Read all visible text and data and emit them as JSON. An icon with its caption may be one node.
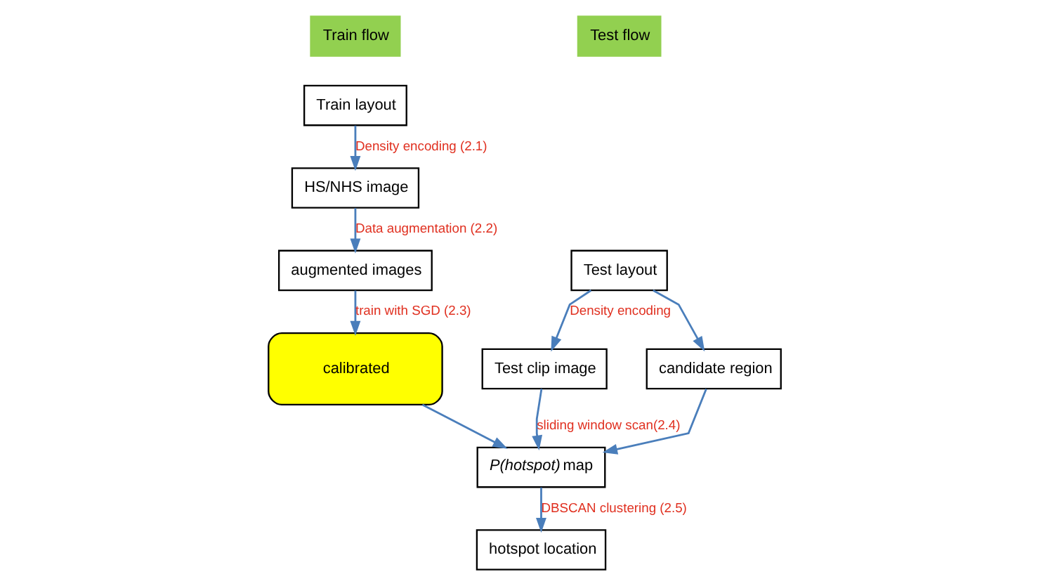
{
  "diagram": {
    "nodes": [
      {
        "text": [
          "Train flow"
        ]
      },
      {
        "text": [
          "Test flow"
        ]
      },
      {
        "text": [
          "Train layout"
        ]
      },
      {
        "text": [
          "HS/NHS image"
        ]
      },
      {
        "text": [
          "augmented images"
        ]
      },
      {
        "text": [
          "calibrated"
        ]
      },
      {
        "text": [
          "Test layout"
        ]
      },
      {
        "text": [
          "Test clip image"
        ]
      },
      {
        "text": [
          "candidate region"
        ]
      },
      {
        "text": [
          "*P(hotspot)* map"
        ]
      },
      {
        "text": [
          "hotspot location"
        ]
      }
    ],
    "edges": [
      {
        "from": 2,
        "to": 3,
        "arrow": "to",
        "label": "Density encoding (2.1)"
      },
      {
        "from": 3,
        "to": 4,
        "arrow": "to",
        "label": "Data augmentation (2.2)"
      },
      {
        "from": 4,
        "to": 5,
        "arrow": "to",
        "label": "train with SGD (2.3)"
      },
      {
        "from": 6,
        "to": 7,
        "arrow": "to",
        "label": "Density encoding"
      },
      {
        "from": 6,
        "to": 8,
        "arrow": "to"
      },
      {
        "from": 7,
        "to": 9,
        "arrow": "to",
        "label": "sliding window scan(2.4)"
      },
      {
        "from": 8,
        "to": 9,
        "arrow": "to"
      },
      {
        "from": 5,
        "to": 9,
        "arrow": "to"
      },
      {
        "from": 9,
        "to": 10,
        "arrow": "to",
        "label": "DBSCAN clustering (2.5)"
      }
    ]
  }
}
